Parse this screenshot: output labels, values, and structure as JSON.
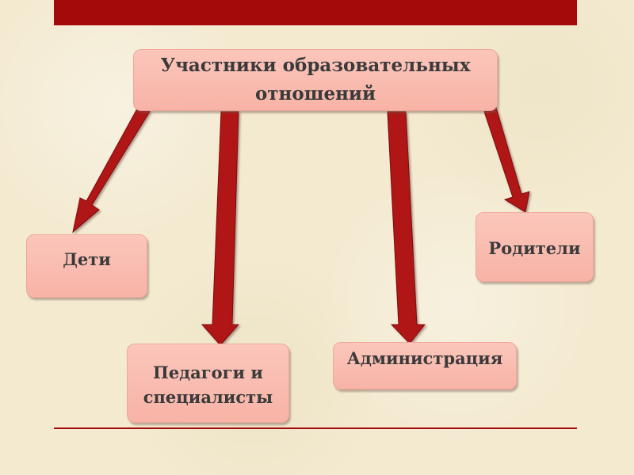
{
  "diagram": {
    "title": "Участники образовательных\nотношений",
    "nodes": {
      "children": "Дети",
      "teachers": "Педагоги и\nспециалисты",
      "administration": "Администрация",
      "parents": "Родители"
    }
  },
  "colors": {
    "accent": "#a50a0a",
    "arrow_fill": "#b01218",
    "box_fill": "#fcc6bb",
    "background": "#f3ead0"
  }
}
